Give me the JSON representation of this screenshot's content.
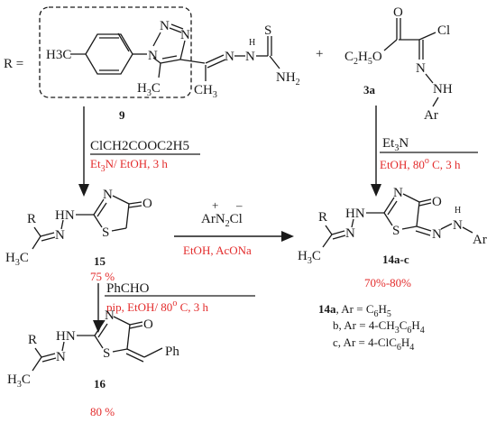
{
  "r_label": "R =",
  "labels": {
    "l9": "9",
    "l3a": "3a",
    "l15": "15",
    "l16": "16",
    "l14": "14a-c"
  },
  "conditions": {
    "step1_reagent": "ClCH2COOC2H5",
    "step1_reagent_parts": [
      "ClCH",
      "2",
      "COOC",
      "2",
      "H",
      "5"
    ],
    "step1_cond_parts": [
      "Et",
      "3",
      "N/ EtOH, 3 h"
    ],
    "step2_reagent_parts": [
      "Et",
      "3",
      "N"
    ],
    "step2_cond": "EtOH, 80° C, 3 h",
    "step2_cond_parts": [
      "EtOH, 80",
      "o",
      " C, 3 h"
    ],
    "step3_reagent_parts": [
      "Ar",
      "N",
      "2",
      "Cl"
    ],
    "step3_cond": "EtOH, AcONa",
    "step4_reagent": "PhCHO",
    "step4_cond_parts": [
      "pip, EtOH/ 80",
      "o",
      " C,  3 h"
    ]
  },
  "yields": {
    "y15": "75 %",
    "y16": "80 %",
    "y14": "70%-80%"
  },
  "products": {
    "a_prefix": "14a",
    "a_parts": [
      ", Ar = C",
      "6",
      "H",
      "5"
    ],
    "b_parts": [
      "b, Ar = 4-CH",
      "3",
      "C",
      "6",
      "H",
      "4"
    ],
    "c_parts": [
      "c, Ar = 4-ClC",
      "6",
      "H",
      "4"
    ]
  },
  "atoms": {
    "N": "N",
    "S": "S",
    "O": "O",
    "R": "R",
    "H3C": "H3C",
    "HN": "HN",
    "NH": "NH",
    "NH2": "NH2",
    "Cl": "Cl",
    "Ph": "Ph",
    "Ar": "Ar",
    "C2H5O": "C2H5O",
    "plus": "+",
    "minus": "–"
  },
  "colors": {
    "accent": "#e32b2b",
    "ink": "#1a1a1a"
  }
}
